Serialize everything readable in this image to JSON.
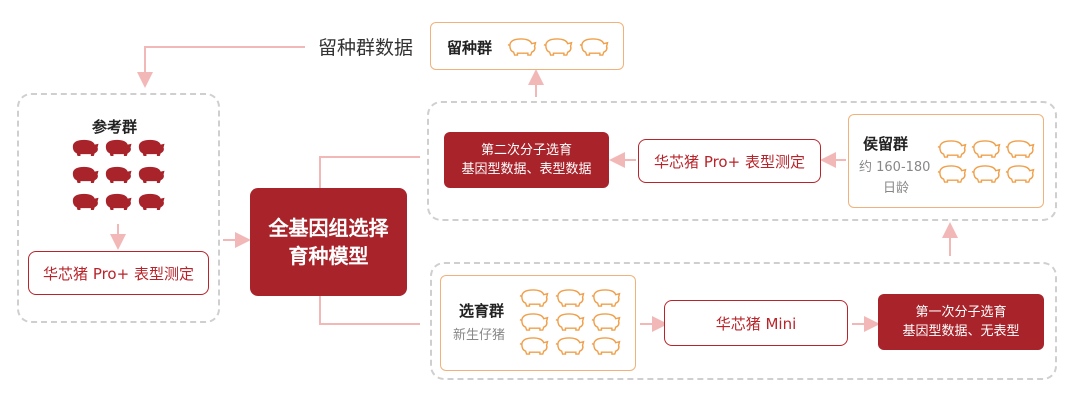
{
  "top": {
    "data_label": "留种群数据",
    "keep_group_label": "留种群"
  },
  "reference_group": {
    "title": "参考群",
    "phenotype_box": "华芯猪 Pro+ 表型测定"
  },
  "model_box": {
    "line1": "全基因组选择",
    "line2": "育种模型"
  },
  "upper_flow": {
    "second_selection_line1": "第二次分子选育",
    "second_selection_line2": "基因型数据、表型数据",
    "phenotype_box": "华芯猪 Pro+ 表型测定",
    "candidate_title": "侯留群",
    "candidate_age_line1": "约 160-180",
    "candidate_age_line2": "日龄"
  },
  "lower_flow": {
    "selection_title": "选育群",
    "selection_sub": "新生仔猪",
    "mini_box": "华芯猪 Mini",
    "first_selection_line1": "第一次分子选育",
    "first_selection_line2": "基因型数据、无表型"
  },
  "colors": {
    "brand_red": "#a8232a",
    "arrow_pink": "#f2b8b8",
    "pig_orange": "#f0a04b",
    "dashed_gray": "#cfcfcf"
  }
}
